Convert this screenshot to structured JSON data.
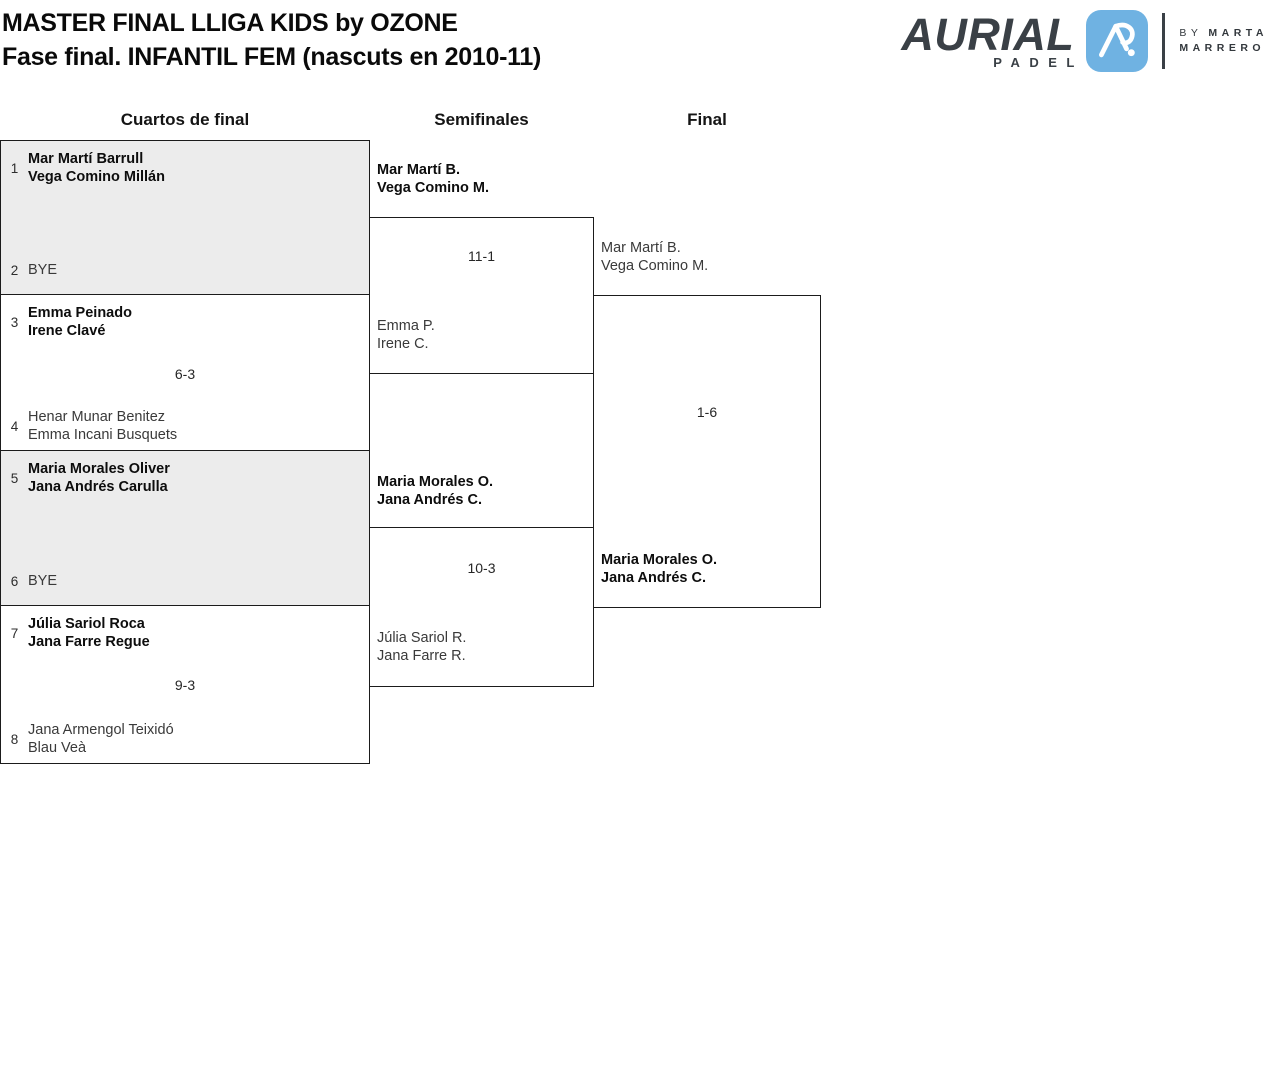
{
  "header": {
    "title_line1": "MASTER FINAL LLIGA KIDS by OZONE",
    "title_line2": "Fase final. INFANTIL FEM (nascuts en 2010-11)"
  },
  "logo": {
    "brand": "AURIAL",
    "brand_sub": "PADEL",
    "byline_prefix": "BY",
    "byline_name_line1": "MARTA",
    "byline_name_line2": "MARRERO",
    "accent_color": "#6FB2E2",
    "brand_color": "#3A4046"
  },
  "column_headers": {
    "quarterfinals": "Cuartos de final",
    "semifinals": "Semifinales",
    "final": "Final"
  },
  "quarterfinals": [
    {
      "seed_top": "1",
      "team_top_line1": "Mar Martí Barrull",
      "team_top_line2": "Vega Comino Millán",
      "score": "",
      "seed_bottom": "2",
      "team_bottom_line1": "BYE",
      "team_bottom_line2": ""
    },
    {
      "seed_top": "3",
      "team_top_line1": "Emma Peinado",
      "team_top_line2": "Irene Clavé",
      "score": "6-3",
      "seed_bottom": "4",
      "team_bottom_line1": "Henar Munar Benitez",
      "team_bottom_line2": "Emma Incani Busquets"
    },
    {
      "seed_top": "5",
      "team_top_line1": "Maria Morales Oliver",
      "team_top_line2": "Jana Andrés Carulla",
      "score": "",
      "seed_bottom": "6",
      "team_bottom_line1": "BYE",
      "team_bottom_line2": ""
    },
    {
      "seed_top": "7",
      "team_top_line1": "Júlia Sariol Roca",
      "team_top_line2": "Jana Farre Regue",
      "score": "9-3",
      "seed_bottom": "8",
      "team_bottom_line1": "Jana Armengol Teixidó",
      "team_bottom_line2": "Blau Veà"
    }
  ],
  "semifinals": [
    {
      "team_top_line1": "Mar Martí B.",
      "team_top_line2": "Vega Comino M.",
      "score": "11-1",
      "team_bottom_line1": "Emma P.",
      "team_bottom_line2": "Irene C."
    },
    {
      "team_top_line1": "Maria Morales O.",
      "team_top_line2": "Jana Andrés C.",
      "score": "10-3",
      "team_bottom_line1": "Júlia Sariol R.",
      "team_bottom_line2": "Jana Farre R."
    }
  ],
  "final": {
    "team_top_line1": "Mar Martí B.",
    "team_top_line2": "Vega Comino M.",
    "score": "1-6",
    "team_bottom_line1": "Maria Morales O.",
    "team_bottom_line2": "Jana Andrés C."
  }
}
